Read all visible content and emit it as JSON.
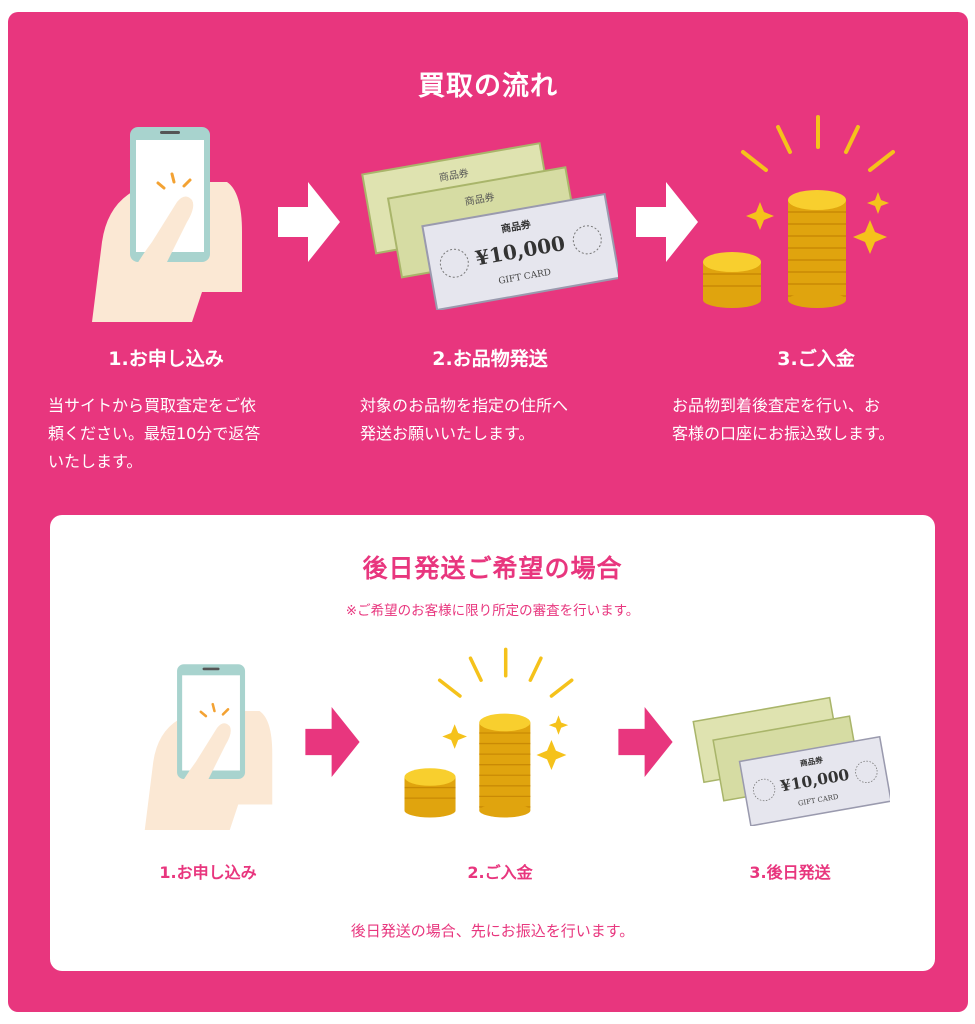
{
  "colors": {
    "brand_pink": "#e8367e",
    "coin": "#f5c21b",
    "card_green": "#d9dfa8",
    "card_gray": "#e4e4ec"
  },
  "main": {
    "title": "買取の流れ",
    "steps": [
      {
        "label": "1.お申し込み",
        "desc": [
          "当サイトから買取査定をご依",
          "頼ください。最短10分で返答",
          "いたします。"
        ],
        "icon": "smartphone-tap-icon"
      },
      {
        "label": "2.お品物発送",
        "desc": [
          "対象のお品物を指定の住所へ",
          "発送お願いいたします。"
        ],
        "icon": "gift-cards-icon"
      },
      {
        "label": "3.ご入金",
        "desc": [
          "お品物到着後査定を行い、お",
          "客様の口座にお振込致します。"
        ],
        "icon": "coins-icon"
      }
    ]
  },
  "later": {
    "title": "後日発送ご希望の場合",
    "note": "※ご希望のお客様に限り所定の審査を行います。",
    "steps": [
      {
        "label": "1.お申し込み",
        "icon": "smartphone-tap-icon"
      },
      {
        "label": "2.ご入金",
        "icon": "coins-icon"
      },
      {
        "label": "3.後日発送",
        "icon": "gift-cards-icon"
      }
    ],
    "footer": "後日発送の場合、先にお振込を行います。"
  },
  "gift_card": {
    "name": "商品券",
    "amount": "¥10,000",
    "caption": "GIFT CARD"
  }
}
